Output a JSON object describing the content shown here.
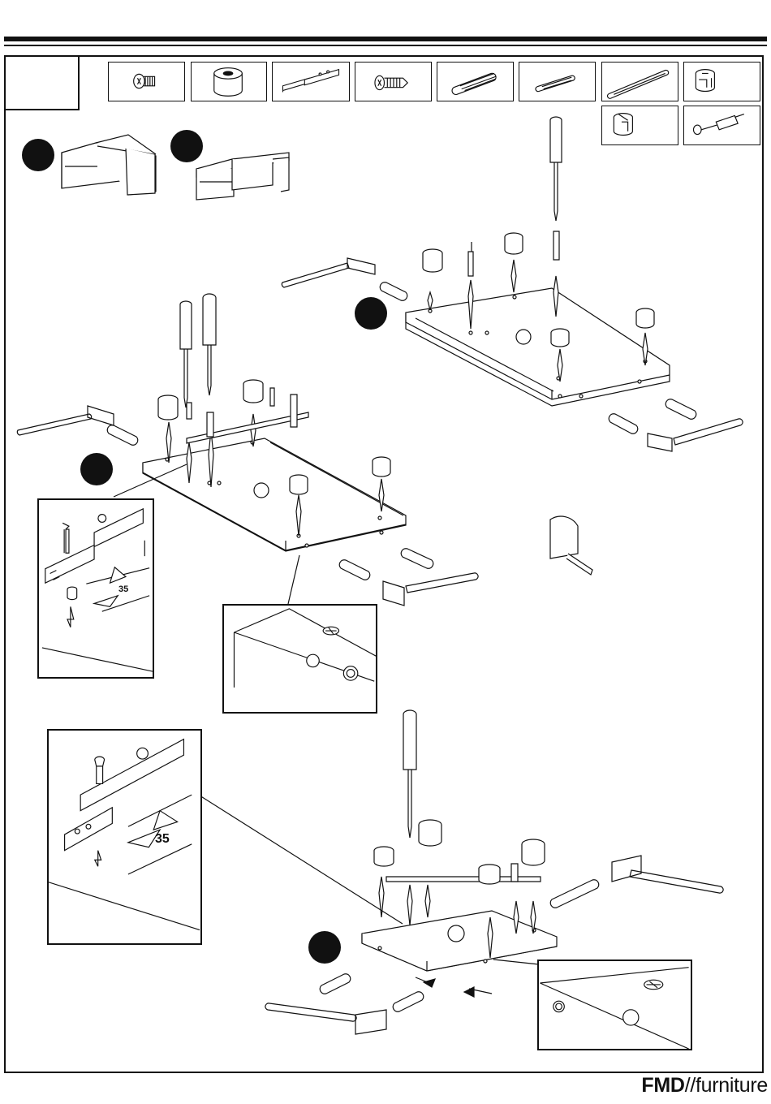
{
  "parts": [
    {
      "name": "short-screw"
    },
    {
      "name": "spacer-ring"
    },
    {
      "name": "drawer-runner"
    },
    {
      "name": "long-screw"
    },
    {
      "name": "wood-dowel-thick"
    },
    {
      "name": "wood-dowel-thin"
    },
    {
      "name": "long-rod"
    },
    {
      "name": "cam-lock-nut"
    },
    {
      "name": "cam-lock-nut-alt"
    },
    {
      "name": "cam-bolt"
    }
  ],
  "insets": {
    "upper_dimension": "35",
    "lower_dimension": "35"
  },
  "footer": {
    "brand_bold": "FMD",
    "brand_rest": "//furniture"
  },
  "colors": {
    "ink": "#111111",
    "paper": "#ffffff"
  }
}
